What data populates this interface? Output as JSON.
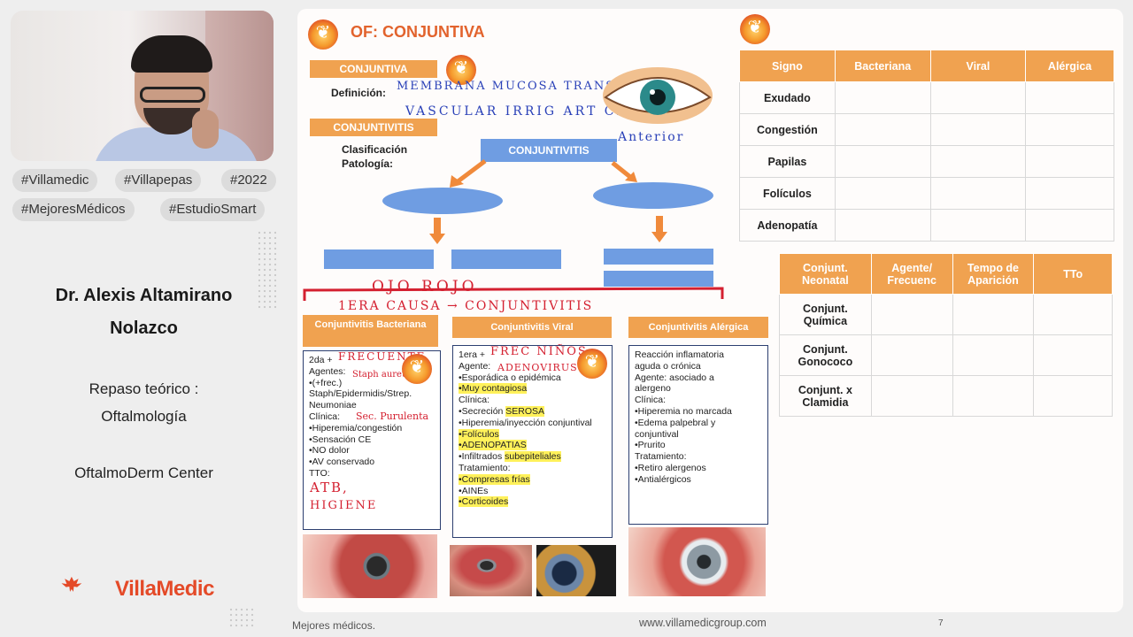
{
  "left_panel": {
    "tags": [
      "#Villamedic",
      "#Villapepas",
      "#2022",
      "#MejoresMédicos",
      "#EstudioSmart"
    ],
    "doctor_line1": "Dr. Alexis Altamirano",
    "doctor_line2": "Nolazco",
    "topic_line1": "Repaso teórico :",
    "topic_line2": "Oftalmología",
    "center": "OftalmoDerm Center",
    "logo_text": "VillaMedic"
  },
  "slide": {
    "title": "OF: CONJUNTIVA",
    "conjuntiva_label": "CONJUNTIVA",
    "definicion_label": "Definición:",
    "conjuntivitis_label": "CONJUNTIVITIS",
    "clasificacion_label": "Clasificación",
    "patologia_label": "Patología:",
    "center_box": "CONJUNTIVITIS",
    "ann": {
      "membrana": "MEMBRANA MUCOSA TRANSPARENTE",
      "vascular": "VASCULAR    IRRIG ART CILIAR",
      "anterior": "Anterior",
      "ojo_rojo": "OJO ROJO",
      "primera": "1ERA CAUSA → CONJUNTIVITIS"
    },
    "bacteriana": {
      "header": "Conjuntivitis Bacteriana",
      "lines": [
        "2da +",
        "Agentes:",
        "•(+frec.)",
        "Staph/Epidermidis/Strep.",
        "Neumoniae",
        "Clínica:",
        "•Hiperemia/congestión",
        "•Sensación CE",
        "•NO dolor",
        "•AV conservado",
        "TTO:"
      ],
      "hw_frecuente": "FRECUENTE",
      "hw_staph": "Staph aureus",
      "hw_secrecion": "Sec. Purulenta",
      "hw_atb": "ATB,",
      "hw_higiene": "HIGIENE"
    },
    "viral": {
      "header": "Conjuntivitis Viral",
      "lines_plain": [
        "1era +",
        "Agente:",
        "•Esporádica o epidémica"
      ],
      "hl1": "•Muy contagiosa",
      "clinica": "Clínica:",
      "secrecion_pre": "•Secreción ",
      "secrecion_hl": "SEROSA",
      "hiperemia": "•Hiperemia/inyección conjuntival",
      "foliculos": "•Folículos",
      "adenopatias": "•ADENOPATIAS",
      "infiltrados_pre": "•Infiltrados ",
      "infiltrados_hl": "subepiteliales",
      "tratamiento": "Tratamiento:",
      "compresas": "•Compresas frías",
      "aines": "•AINEs",
      "corticoides": "•Corticoides",
      "hw_frec": "FREC NIÑOS",
      "hw_adenovirus": "ADENOVIRUS"
    },
    "alergica": {
      "header": "Conjuntivitis Alérgica",
      "lines": [
        "Reacción inflamatoria",
        "aguda o crónica",
        "Agente: asociado a",
        "alergeno",
        "Clínica:",
        "•Hiperemia no marcada",
        "•Edema palpebral y",
        "conjuntival",
        "•Prurito",
        "Tratamiento:",
        "•Retiro alergenos",
        "•Antialérgicos"
      ]
    },
    "signos_table": {
      "headers": [
        "Signo",
        "Bacteriana",
        "Viral",
        "Alérgica"
      ],
      "rows": [
        "Exudado",
        "Congestión",
        "Papilas",
        "Folículos",
        "Adenopatía"
      ]
    },
    "neonatal_table": {
      "headers": [
        "Conjunt. Neonatal",
        "Agente/ Frecuenc",
        "Tempo de Aparición",
        "TTo"
      ],
      "rows": [
        "Conjunt. Química",
        "Conjunt. Gonococo",
        "Conjunt. x Clamidia"
      ]
    }
  },
  "footer": {
    "left": "Mejores médicos.",
    "url": "www.villamedicgroup.com",
    "page": "7"
  },
  "colors": {
    "accent_orange": "#f0a250",
    "blue_box": "#6f9de2",
    "ink_blue": "#2a41b8",
    "ink_red": "#d42030",
    "highlight": "#fff15a"
  }
}
